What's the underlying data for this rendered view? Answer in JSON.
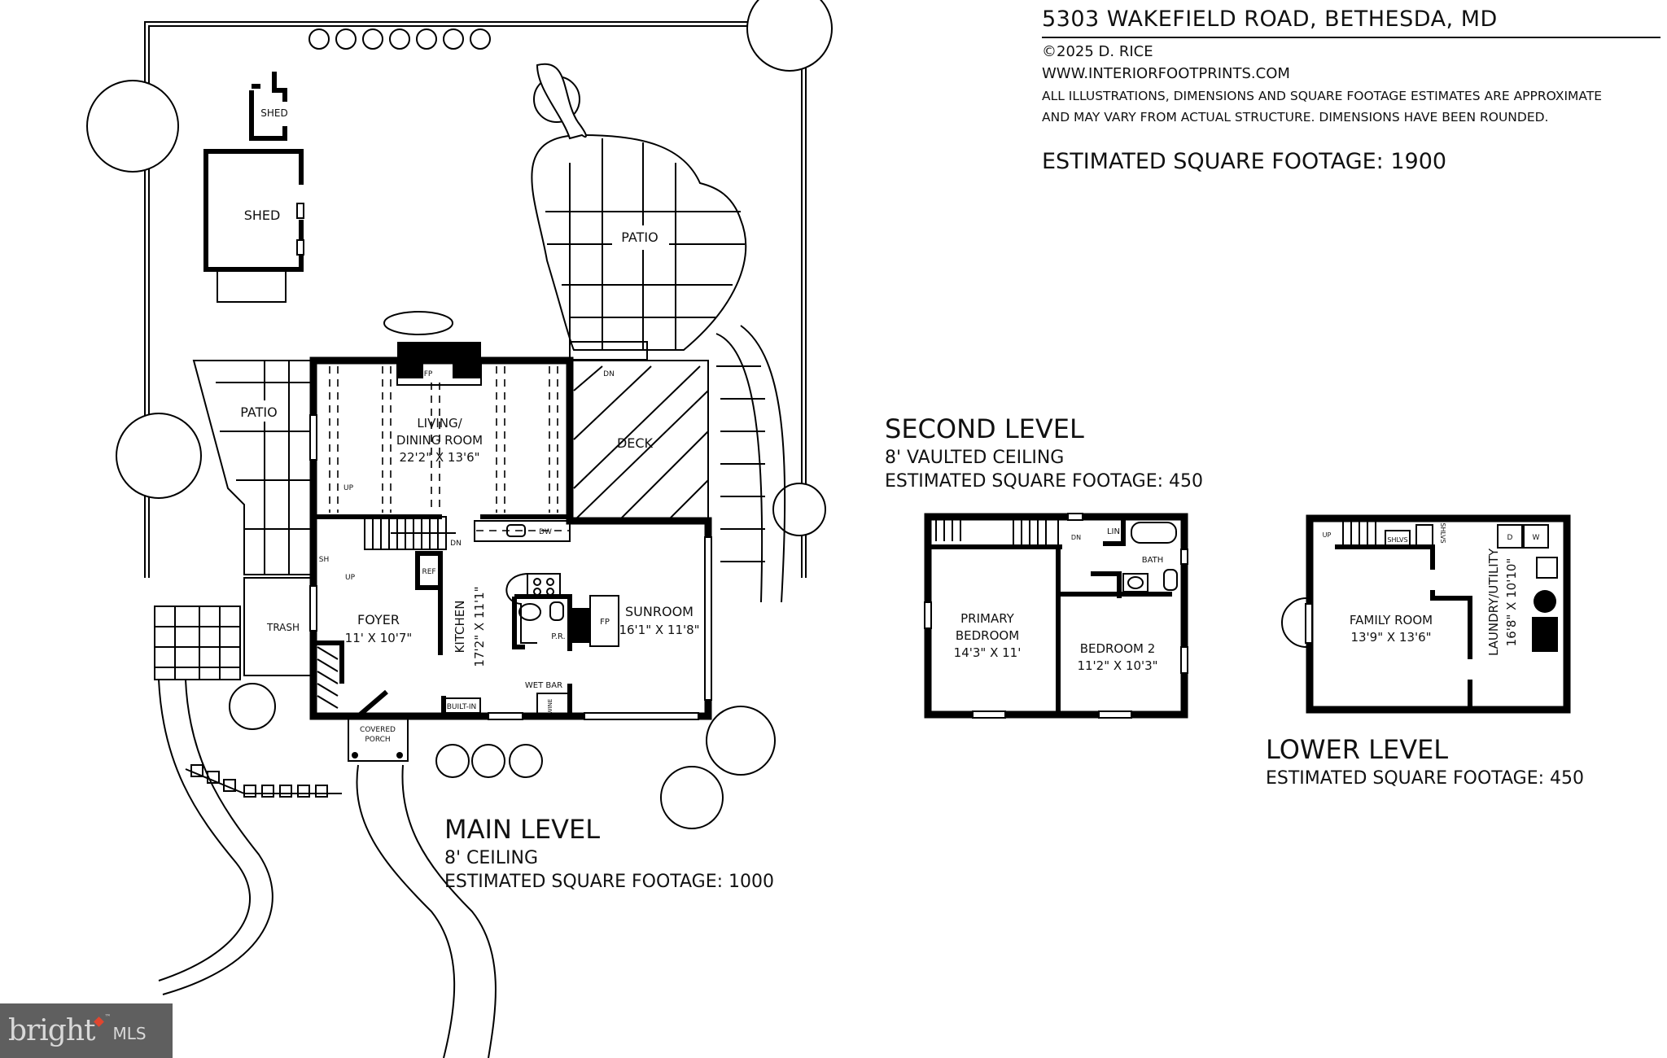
{
  "header": {
    "address": "5303 WAKEFIELD ROAD, BETHESDA, MD",
    "copyright": "©2025 D. RICE",
    "website": "WWW.INTERIORFOOTPRINTS.COM",
    "disclaimer_line1": "ALL ILLUSTRATIONS, DIMENSIONS AND SQUARE FOOTAGE ESTIMATES ARE APPROXIMATE",
    "disclaimer_line2": "AND MAY VARY FROM ACTUAL STRUCTURE. DIMENSIONS HAVE BEEN ROUNDED.",
    "total_sqft": "ESTIMATED SQUARE FOOTAGE: 1900"
  },
  "levels": {
    "main": {
      "title": "MAIN LEVEL",
      "ceiling": "8' CEILING",
      "sqft": "ESTIMATED SQUARE FOOTAGE: 1000"
    },
    "second": {
      "title": "SECOND LEVEL",
      "ceiling": "8' VAULTED CEILING",
      "sqft": "ESTIMATED SQUARE FOOTAGE: 450"
    },
    "lower": {
      "title": "LOWER LEVEL",
      "sqft": "ESTIMATED SQUARE FOOTAGE: 450"
    }
  },
  "site": {
    "shed_small": "SHED",
    "shed_large": "SHED",
    "patio_back": "PATIO",
    "patio_side": "PATIO",
    "deck": "DECK",
    "trash": "TRASH",
    "covered_porch_1": "COVERED",
    "covered_porch_2": "PORCH"
  },
  "main_rooms": {
    "living_1": "LIVING/",
    "living_2": "DINING ROOM",
    "living_dim": "22'2\" X 13'6\"",
    "fp_living": "FP",
    "foyer": "FOYER",
    "foyer_dim": "11' X 10'7\"",
    "kitchen": "KITCHEN",
    "kitchen_dim": "17'2\" X 11'1\"",
    "sunroom": "SUNROOM",
    "sunroom_dim": "16'1\" X 11'8\"",
    "fp_sunroom": "FP",
    "powder_room": "P.R.",
    "ref": "REF",
    "dw": "DW",
    "sh": "SH",
    "up_1": "UP",
    "up_2": "UP",
    "dn_stairs": "DN",
    "dn_deck": "DN",
    "wet_bar": "WET BAR",
    "wine": "WINE",
    "built_in": "BUILT-IN"
  },
  "second_rooms": {
    "primary_1": "PRIMARY",
    "primary_2": "BEDROOM",
    "primary_dim": "14'3\" X 11'",
    "bedroom2": "BEDROOM 2",
    "bedroom2_dim": "11'2\" X 10'3\"",
    "bath": "BATH",
    "lin": "LIN",
    "dn": "DN"
  },
  "lower_rooms": {
    "family": "FAMILY ROOM",
    "family_dim": "13'9\" X 13'6\"",
    "laundry": "LAUNDRY/UTILITY",
    "laundry_dim": "16'8\" X 10'10\"",
    "up": "UP",
    "shlvs_1": "SHLVS",
    "shlvs_2": "SHLVS",
    "dryer": "D",
    "washer": "W"
  },
  "watermark": {
    "brand": "bright",
    "tm": "™",
    "suffix": "MLS",
    "accent": "#e0462f",
    "background": "#5f5f5f"
  }
}
